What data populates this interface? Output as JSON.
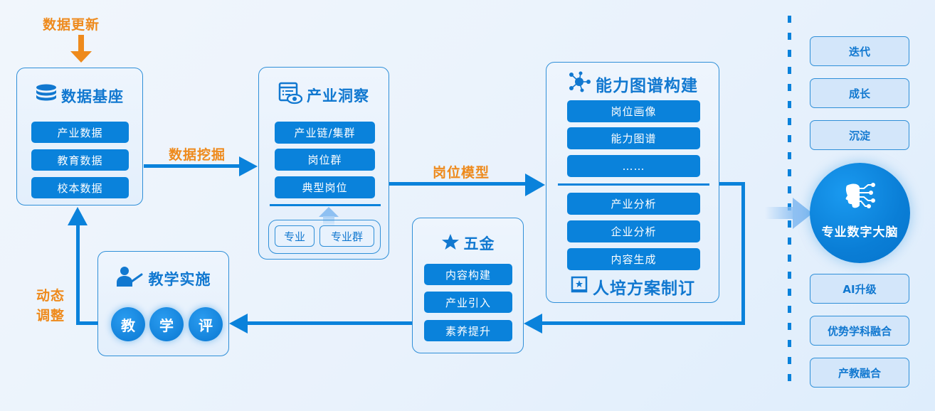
{
  "labels": {
    "data_update": "数据更新",
    "data_mining": "数据挖掘",
    "job_model": "岗位模型",
    "dynamic_adjust_line1": "动态",
    "dynamic_adjust_line2": "调整"
  },
  "data_foundation": {
    "title": "数据基座",
    "icon": "database-icon",
    "items": [
      "产业数据",
      "教育数据",
      "校本数据"
    ]
  },
  "industry_insight": {
    "title": "产业洞察",
    "icon": "report-eye-icon",
    "items": [
      "产业链/集群",
      "岗位群",
      "典型岗位"
    ],
    "sub_items": [
      "专业",
      "专业群"
    ]
  },
  "capability_graph": {
    "title": "能力图谱构建",
    "icon": "network-icon",
    "items_top": [
      "岗位画像",
      "能力图谱",
      "……"
    ],
    "items_bottom": [
      "产业分析",
      "企业分析",
      "内容生成"
    ],
    "footer_title": "人培方案制订",
    "footer_icon": "document-star-icon"
  },
  "five_gold": {
    "title": "五金",
    "icon": "star-icon",
    "items": [
      "内容构建",
      "产业引入",
      "素养提升"
    ]
  },
  "teaching": {
    "title": "教学实施",
    "icon": "teacher-icon",
    "buttons": [
      "教",
      "学",
      "评"
    ]
  },
  "right_panel": {
    "top_items": [
      "迭代",
      "成长",
      "沉淀"
    ],
    "brain_label": "专业数字大脑",
    "brain_icon": "ai-brain-icon",
    "bottom_items": [
      "AI升级",
      "优势学科融合",
      "产教融合"
    ]
  },
  "colors": {
    "primary": "#0a82db",
    "accent": "#ee8a1c",
    "title_blue": "#1178d0",
    "card_border": "#2f8fd8"
  }
}
